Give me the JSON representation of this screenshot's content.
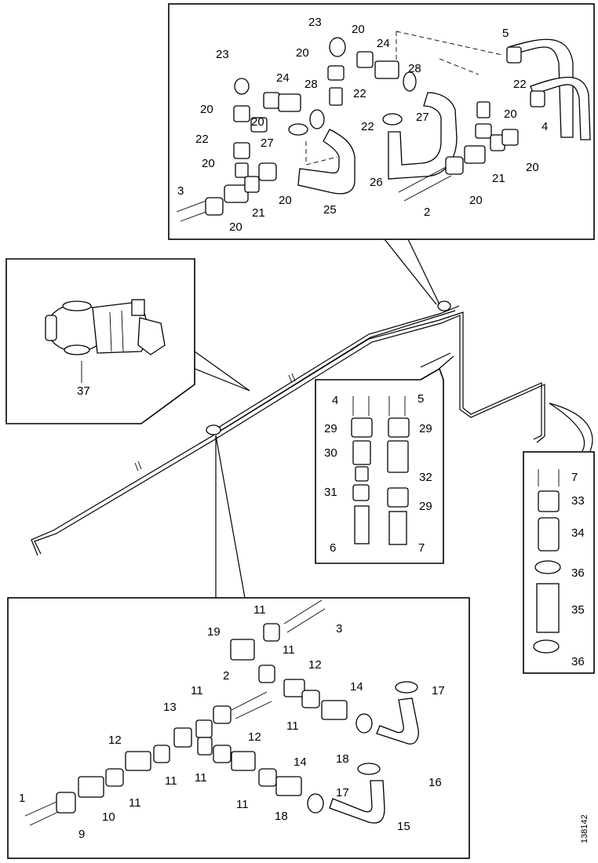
{
  "diagram": {
    "drawing_number": "138142",
    "detail_top": {
      "labels": [
        "23",
        "20",
        "24",
        "28",
        "20",
        "22",
        "5",
        "22",
        "20",
        "4",
        "20",
        "23",
        "20",
        "24",
        "28",
        "20",
        "22",
        "27",
        "27",
        "20",
        "22",
        "20",
        "21",
        "20",
        "3",
        "20",
        "21",
        "20",
        "25",
        "26",
        "20",
        "2"
      ]
    },
    "detail_left": {
      "labels": [
        "37"
      ]
    },
    "detail_center": {
      "labels": [
        "4",
        "5",
        "29",
        "29",
        "30",
        "32",
        "31",
        "29",
        "6",
        "7"
      ]
    },
    "detail_right": {
      "labels": [
        "7",
        "33",
        "34",
        "36",
        "35",
        "36"
      ]
    },
    "detail_bottom": {
      "labels": [
        "11",
        "3",
        "19",
        "11",
        "12",
        "2",
        "11",
        "14",
        "17",
        "11",
        "13",
        "11",
        "12",
        "12",
        "18",
        "16",
        "11",
        "11",
        "14",
        "17",
        "1",
        "11",
        "10",
        "9",
        "11",
        "18",
        "15"
      ]
    }
  }
}
